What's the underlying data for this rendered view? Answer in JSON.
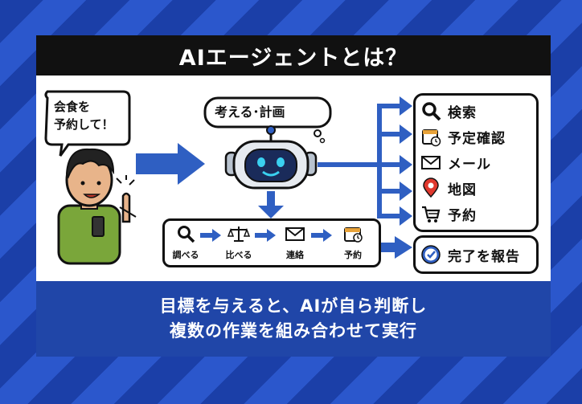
{
  "title": "AIエージェントとは？",
  "person_bubble": "会食を\n予約して！",
  "robot_bubble": "考える･計画",
  "steps": [
    {
      "label": "調べる",
      "icon": "magnifier-icon"
    },
    {
      "label": "比べる",
      "icon": "scale-icon"
    },
    {
      "label": "連絡",
      "icon": "envelope-icon"
    },
    {
      "label": "予約",
      "icon": "calendar-icon"
    }
  ],
  "tasks": [
    {
      "label": "検索",
      "icon": "magnifier-icon"
    },
    {
      "label": "予定確認",
      "icon": "calendar-clock-icon"
    },
    {
      "label": "メール",
      "icon": "envelope-icon"
    },
    {
      "label": "地図",
      "icon": "map-pin-icon"
    },
    {
      "label": "予約",
      "icon": "cart-icon"
    }
  ],
  "report": {
    "label": "完了を報告",
    "icon": "check-circle-icon"
  },
  "summary": {
    "line1": "目標を与えると、AIが自ら判断し",
    "line2": "複数の作業を組み合わせて実行"
  },
  "colors": {
    "background_dark": "#1b3fa8",
    "background_light": "#2b57cc",
    "arrow_blue": "#2f5fc2",
    "summary_box": "#2046a8",
    "title_bar": "#111111",
    "pin_red": "#e0382e",
    "shirt_green": "#7aa63a"
  }
}
